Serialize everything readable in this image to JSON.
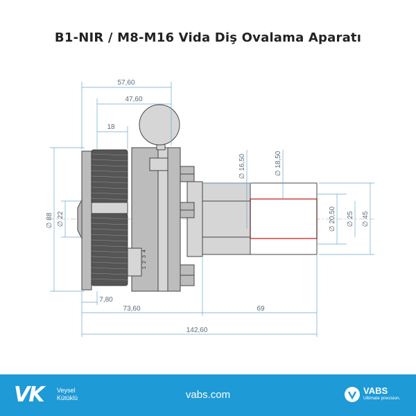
{
  "title": "B1-NIR / M8-M16 Vida Diş Ovalama Aparatı",
  "dimensions": {
    "d57_60": "57,60",
    "d47_60": "47,60",
    "d18": "18",
    "d7_80": "7,80",
    "d73_60": "73,60",
    "d69": "69",
    "d142_60": "142,60",
    "dia88": "∅ 88",
    "dia22": "∅ 22",
    "dia16_50": "∅ 16,50",
    "dia18_50": "∅ 18,50",
    "dia20_50": "∅ 20,50",
    "dia25": "∅ 25",
    "dia45": "∅ 45"
  },
  "scale_marks": [
    "1",
    "2",
    "3",
    "4"
  ],
  "footer": {
    "logo": "VK",
    "brand_line1": "Veysel",
    "brand_line2": "Kütüklü",
    "website": "vabs.com",
    "vabs_brand": "VABS",
    "vabs_tagline": "Ultimate precision."
  },
  "colors": {
    "footer_bg": "#1e9ad6",
    "dimension_line": "#6aa6c8",
    "part_fill": "#bcbcbc"
  }
}
